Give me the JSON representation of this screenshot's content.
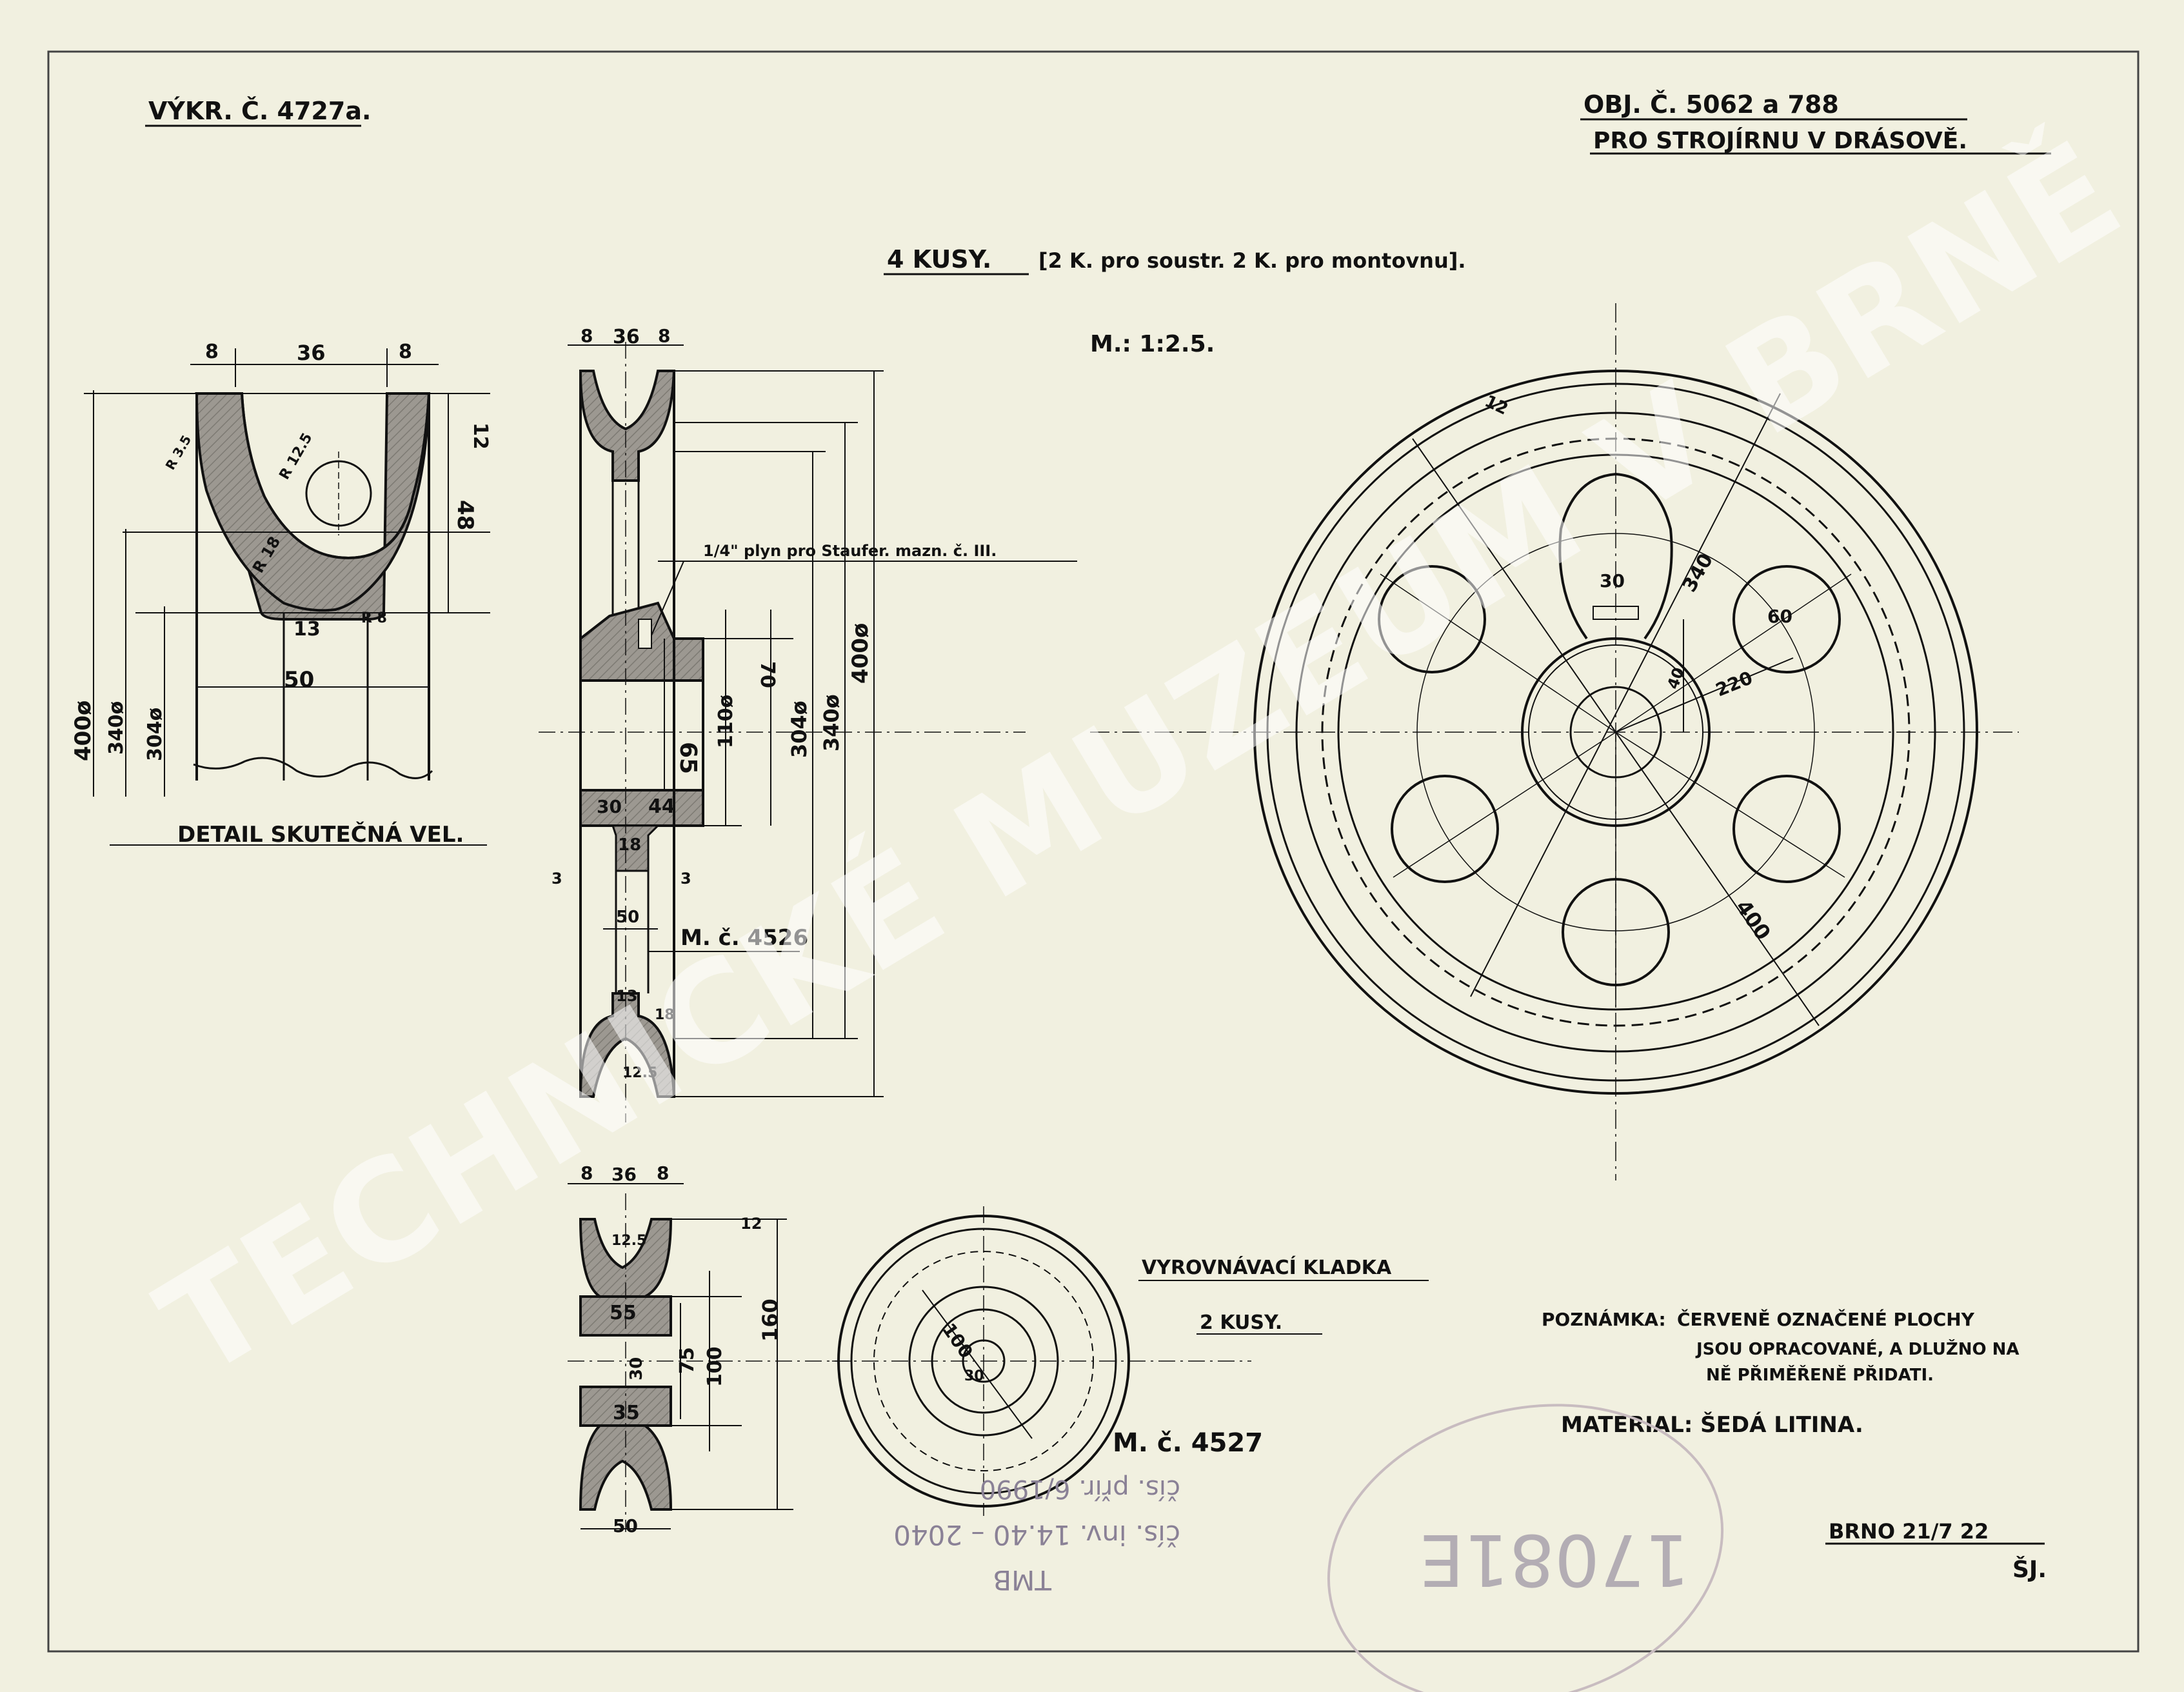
{
  "header": {
    "drawing_no": "VÝKR. Č. 4727a.",
    "order_no": "OBJ. Č. 5062 a 788",
    "for_plant": "PRO STROJÍRNU V DRÁSOVĚ."
  },
  "quantity": {
    "pieces": "4 KUSY.",
    "split": "[2 K. pro soustr. 2 K. pro montovnu]."
  },
  "scale": "M.: 1:2.5.",
  "detail_view": {
    "caption": "DETAIL  SKUTEČNÁ VEL.",
    "dims": [
      "8",
      "36",
      "8",
      "12",
      "48",
      "R 3.5",
      "R 12.5",
      "R 18",
      "13",
      "R 8",
      "50",
      "400ø",
      "340ø",
      "304ø"
    ]
  },
  "section_view": {
    "dims": [
      "8",
      "36",
      "8",
      "70",
      "65",
      "110ø",
      "304ø",
      "340ø",
      "400ø",
      "30",
      "44",
      "18",
      "3",
      "3",
      "50",
      "13",
      "18",
      "12.5"
    ],
    "note": "1/4\" plyn pro Staufer. mazn. č. III.",
    "model_no": "M. č. 4526"
  },
  "front_view": {
    "dims": [
      "12",
      "30",
      "340",
      "60",
      "220",
      "40",
      "400"
    ]
  },
  "small_pulley": {
    "title": "VYROVNÁVACÍ KLADKA",
    "pieces": "2 KUSY.",
    "model_no": "M. č. 4527",
    "dims": [
      "8",
      "36",
      "8",
      "12.5",
      "12",
      "55",
      "30",
      "75",
      "100",
      "160",
      "35",
      "50",
      "100",
      "30"
    ]
  },
  "notes": {
    "note_label": "POZNÁMKA:",
    "line1": "ČERVENĚ OZNAČENÉ PLOCHY",
    "line2": "JSOU OPRACOVANÉ, A DLUŽNO NA",
    "line3": "NĚ PŘIMĚŘENĚ PŘIDATI.",
    "material": "MATERIAL: ŠEDÁ LITINA."
  },
  "signature": {
    "place_date": "BRNO 21/7 22",
    "initials": "ŠJ."
  },
  "archive": {
    "stamp": "TMB",
    "inventory": "čís. inv. 14.40 – 2040",
    "accession": "čís. přír. 6/1990",
    "circled_number": "17081E"
  },
  "watermark": "TECHNICKÉ MUZEUM V BRNĚ",
  "colors": {
    "paper": "#f1f0e0",
    "ink": "#111111",
    "section_fill": "#9c9891",
    "pencil": "#8a8196"
  }
}
